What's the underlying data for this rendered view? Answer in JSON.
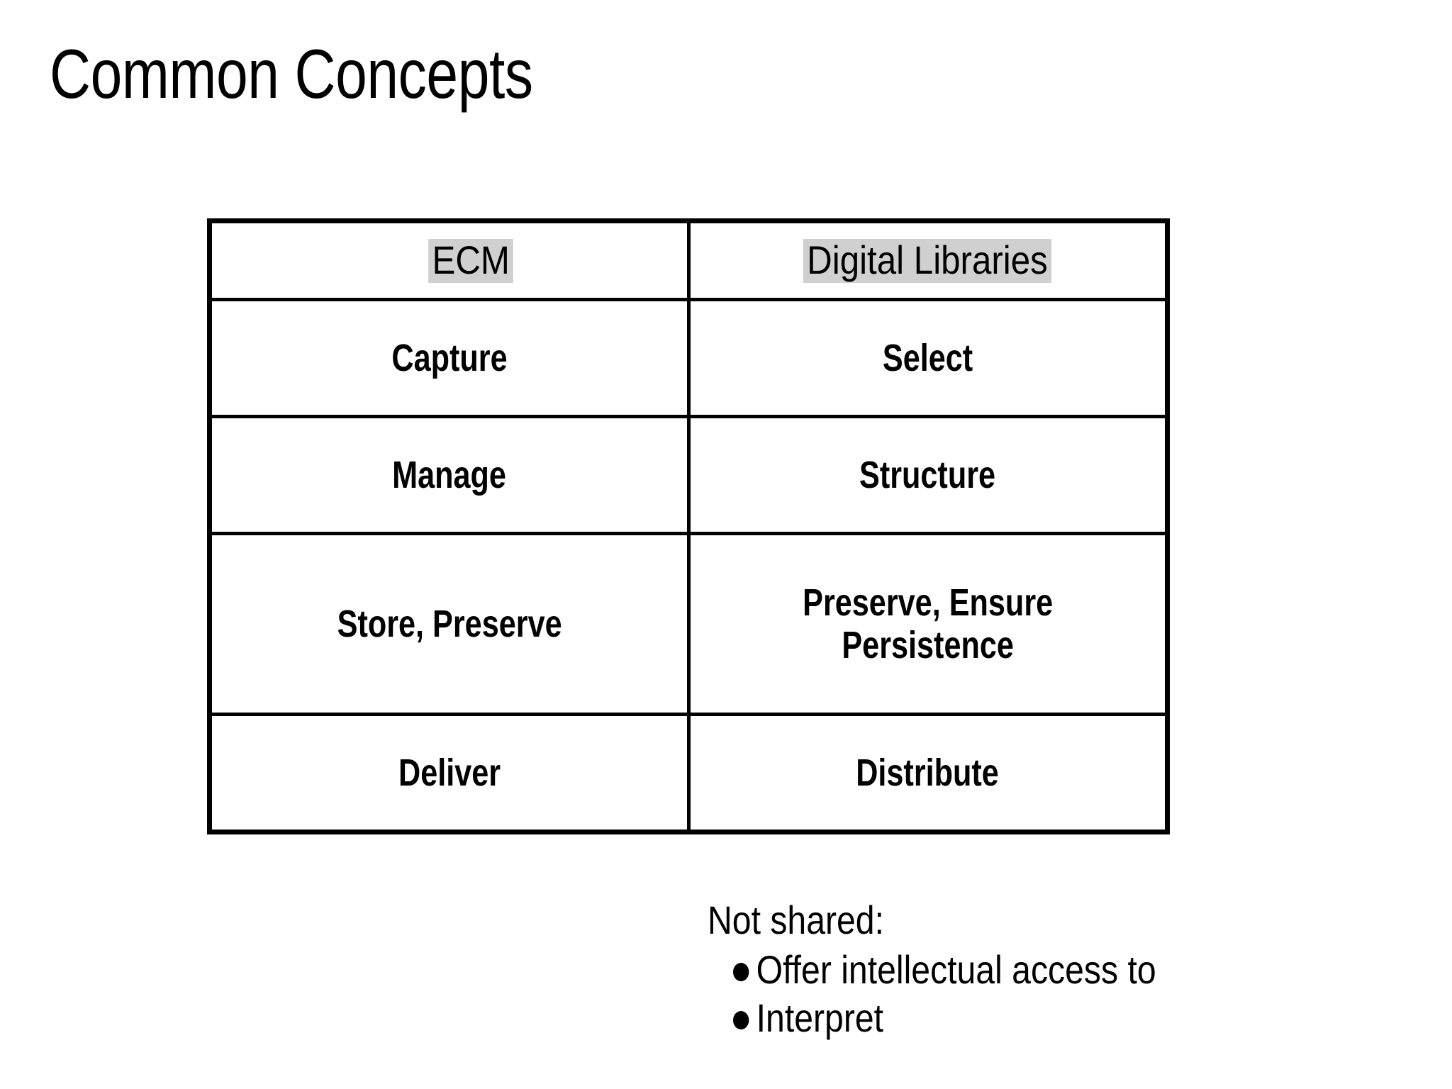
{
  "slide": {
    "title": "Common Concepts",
    "background_color": "#ffffff",
    "text_color": "#000000",
    "highlight_color": "#d0d0d0"
  },
  "table": {
    "columns": [
      {
        "key": "ecm",
        "header": "ECM",
        "highlighted": true
      },
      {
        "key": "dl",
        "header": "Digital Libraries",
        "highlighted": true
      }
    ],
    "rows": [
      {
        "ecm": "Capture",
        "dl": "Select"
      },
      {
        "ecm": "Manage",
        "dl": "Structure"
      },
      {
        "ecm": "Store, Preserve",
        "dl": "Preserve, Ensure\nPersistence"
      },
      {
        "ecm": "Deliver",
        "dl": "Distribute"
      }
    ]
  },
  "notes": {
    "heading": "Not shared:",
    "items": [
      "Offer intellectual access to",
      "Interpret"
    ]
  }
}
